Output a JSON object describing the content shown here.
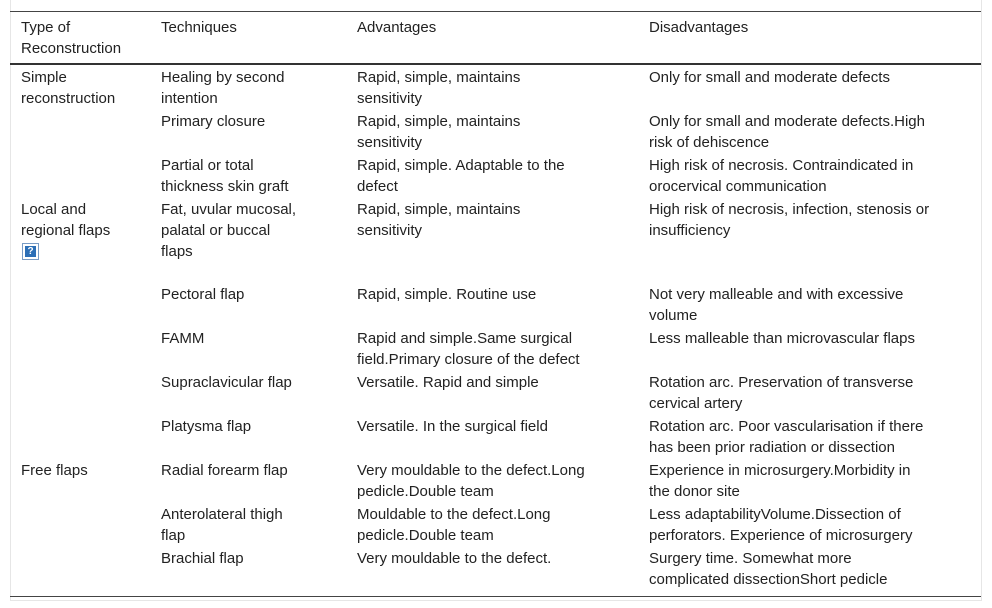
{
  "table": {
    "headers": [
      [
        "Type of",
        "Reconstruction"
      ],
      [
        "Techniques"
      ],
      [
        "Advantages"
      ],
      [
        "Disadvantages"
      ]
    ],
    "groups": {
      "simple": [
        "Simple",
        "reconstruction"
      ],
      "local": [
        "Local and",
        "regional flaps"
      ],
      "free": [
        "Free flaps"
      ]
    },
    "rows": [
      {
        "technique": [
          "Healing by second",
          "intention"
        ],
        "advantages": [
          "Rapid, simple, maintains",
          "sensitivity"
        ],
        "disadvantages": [
          "Only for small and moderate defects"
        ]
      },
      {
        "technique": [
          "Primary closure"
        ],
        "advantages": [
          "Rapid, simple, maintains",
          "sensitivity"
        ],
        "disadvantages": [
          "Only for small and moderate defects.High",
          "risk of dehiscence"
        ]
      },
      {
        "technique": [
          "Partial or total",
          "thickness skin graft"
        ],
        "advantages": [
          "Rapid, simple. Adaptable to the",
          "defect"
        ],
        "disadvantages": [
          "High risk of necrosis. Contraindicated in",
          "orocervical communication"
        ]
      },
      {
        "technique": [
          "Fat, uvular mucosal,",
          "palatal or buccal",
          "flaps"
        ],
        "advantages": [
          "Rapid, simple, maintains",
          "sensitivity"
        ],
        "disadvantages": [
          "High risk of necrosis, infection, stenosis or",
          "insufficiency"
        ]
      },
      {
        "technique": [
          "Pectoral flap"
        ],
        "advantages": [
          "Rapid, simple. Routine use"
        ],
        "disadvantages": [
          "Not very malleable and with excessive",
          "volume"
        ]
      },
      {
        "technique": [
          "FAMM"
        ],
        "advantages": [
          "Rapid and simple.Same surgical",
          "field.Primary closure of the defect"
        ],
        "disadvantages": [
          "Less malleable than microvascular flaps"
        ]
      },
      {
        "technique": [
          "Supraclavicular flap"
        ],
        "advantages": [
          "Versatile. Rapid and simple"
        ],
        "disadvantages": [
          "Rotation arc. Preservation of transverse",
          "cervical artery"
        ]
      },
      {
        "technique": [
          "Platysma flap"
        ],
        "advantages": [
          "Versatile. In the surgical field"
        ],
        "disadvantages": [
          "Rotation arc. Poor vascularisation if there",
          "has been prior radiation or dissection"
        ]
      },
      {
        "technique": [
          "Radial forearm flap"
        ],
        "advantages": [
          "Very mouldable to the defect.Long",
          "pedicle.Double team"
        ],
        "disadvantages": [
          "Experience in microsurgery.Morbidity in",
          "the donor site"
        ]
      },
      {
        "technique": [
          "Anterolateral thigh",
          "flap"
        ],
        "advantages": [
          "Mouldable to the defect.Long",
          "pedicle.Double team"
        ],
        "disadvantages": [
          "Less adaptabilityVolume.Dissection of",
          "perforators. Experience of microsurgery"
        ]
      },
      {
        "technique": [
          "Brachial flap"
        ],
        "advantages": [
          "Very mouldable to the defect."
        ],
        "disadvantages": [
          "Surgery time. Somewhat more",
          "complicated dissectionShort pedicle"
        ]
      }
    ]
  },
  "icons": {
    "help": "?"
  }
}
